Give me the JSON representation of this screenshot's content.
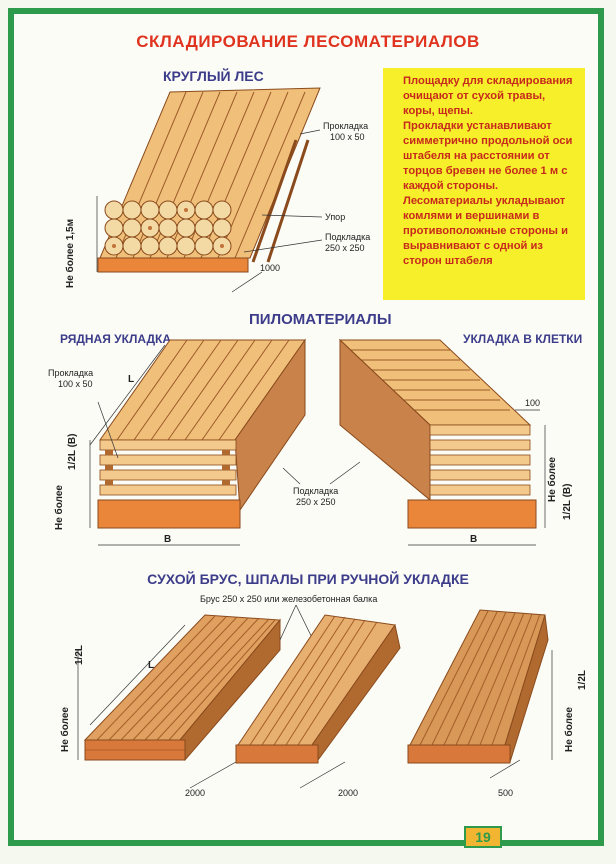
{
  "title": "СКЛАДИРОВАНИЕ ЛЕСОМАТЕРИАЛОВ",
  "page_number": "19",
  "round_timber": {
    "heading": "КРУГЛЫЙ ЛЕС",
    "label_spacer_a": "Прокладка",
    "label_spacer_a_size": "100 x 50",
    "label_stop": "Упор",
    "label_spacer_b": "Подкладка",
    "label_spacer_b_size": "250 x 250",
    "dim_1000": "1000",
    "height_label": "Не более 1,5м"
  },
  "note": {
    "p1": "Площадку для складирования очищают от сухой травы, коры, щепы.",
    "p2": "Прокладки устанавливают симметрично продольной оси штабеля на расстоянии от торцов бревен не более 1 м с каждой стороны.",
    "p3": "Лесоматериалы укладывают комлями и вершинами в противоположные стороны и выравнивают с одной из сторон штабеля"
  },
  "lumber": {
    "heading": "ПИЛОМАТЕРИАЛЫ",
    "left_heading": "РЯДНАЯ УКЛАДКА",
    "right_heading": "УКЛАДКА В КЛЕТКИ",
    "label_spacer": "Прокладка",
    "label_spacer_size": "100 x 50",
    "label_L": "L",
    "label_support": "Подкладка",
    "label_support_size": "250 x 250",
    "dim_100": "100",
    "dim_B_left": "В",
    "dim_B_right": "В",
    "height_left_a": "Не более",
    "height_left_b": "1/2L (B)",
    "height_right_a": "Не более",
    "height_right_b": "1/2L (B)"
  },
  "beams": {
    "heading": "СУХОЙ БРУС, ШПАЛЫ ПРИ РУЧНОЙ УКЛАДКЕ",
    "label_beam": "Брус 250 x 250  или железобетонная балка",
    "label_L": "L",
    "dim_2000_a": "2000",
    "dim_2000_b": "2000",
    "dim_500": "500",
    "height_left_a": "Не более",
    "height_left_b": "1/2L",
    "height_right_a": "Не более",
    "height_right_b": "1/2L"
  },
  "colors": {
    "accent_red": "#e0331f",
    "heading_blue": "#3c3c8a",
    "frame_green": "#2e9a4c",
    "note_yellow": "#f7ef2a",
    "wood_light": "#f0c07a",
    "wood_dark": "#c8824a",
    "support_orange": "#e9863a"
  }
}
